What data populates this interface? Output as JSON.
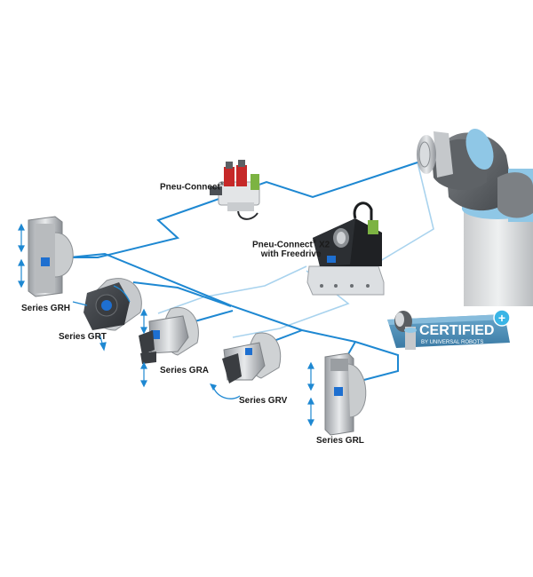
{
  "labels": {
    "pneu_connect": "Pneu-Connect",
    "pneu_connect_sup": "®",
    "pneu_connect_x2_line1": "Pneu-Connect",
    "pneu_connect_x2_sup": "®",
    "pneu_connect_x2_suffix": " X2",
    "pneu_connect_x2_line2": "with Freedrive",
    "grh": "Series GRH",
    "grt": "Series GRT",
    "gra": "Series GRA",
    "grv": "Series GRV",
    "grl": "Series GRL"
  },
  "badge": {
    "title": "CERTIFIED",
    "subtitle": "BY UNIVERSAL ROBOTS",
    "plus_symbol": "+"
  },
  "colors": {
    "primary_line": "#1e88d2",
    "secondary_line": "#a9d3ee",
    "robot_sleeve": "#8fc7e6",
    "badge_bg": "#4d8fb8",
    "badge_plus": "#3ab5e6"
  }
}
